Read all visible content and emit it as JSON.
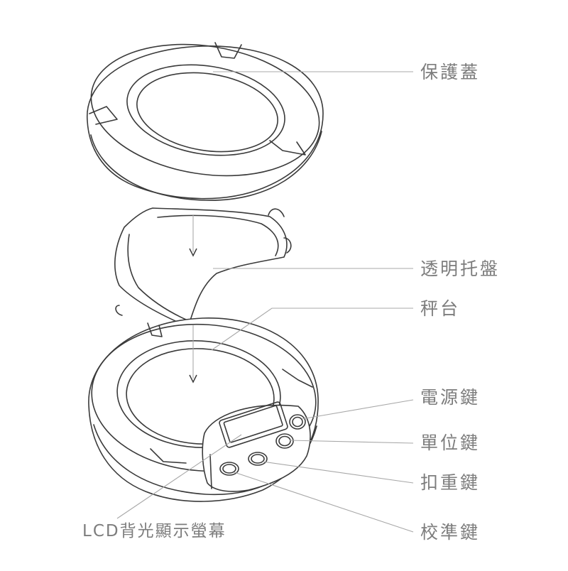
{
  "labels": {
    "cover": "保護蓋",
    "tray": "透明托盤",
    "platform": "秤台",
    "power": "電源鍵",
    "unit": "單位鍵",
    "tare": "扣重鍵",
    "calibrate": "校準鍵",
    "lcd": "LCD背光顯示螢幕"
  },
  "colors": {
    "line": "#3a3a3a",
    "leader": "#a8a8a8",
    "label": "#7d7d7d",
    "background": "#ffffff"
  },
  "icons": [
    "arrow-down-icon"
  ]
}
